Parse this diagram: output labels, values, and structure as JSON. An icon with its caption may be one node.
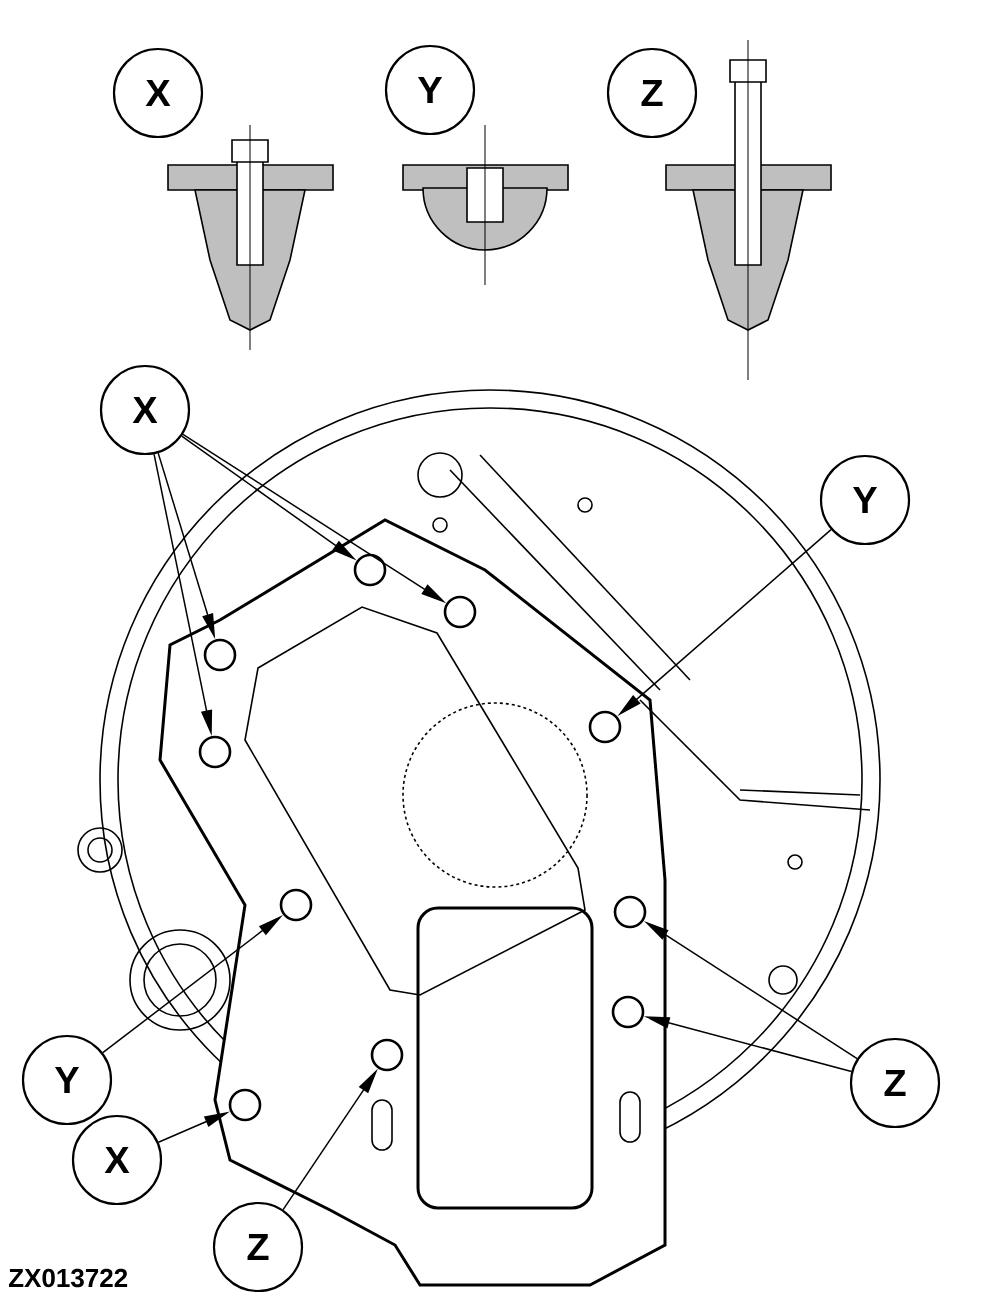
{
  "diagram": {
    "nodes": [
      {
        "text": [
          "X"
        ]
      },
      {
        "text": [
          "Y"
        ]
      },
      {
        "text": [
          "Z"
        ]
      },
      {
        "text": [
          "X"
        ]
      },
      {
        "text": [
          "Y"
        ]
      },
      {
        "text": [],
        "shape": "circle"
      },
      {
        "text": [],
        "shape": "circle"
      },
      {
        "text": [],
        "shape": "circle"
      },
      {
        "text": [],
        "shape": "circle"
      },
      {
        "text": [],
        "shape": "circle"
      },
      {
        "text": [],
        "shape": "circle"
      },
      {
        "text": [],
        "shape": "circle"
      },
      {
        "text": [],
        "shape": "circle"
      },
      {
        "text": [],
        "shape": "circle"
      },
      {
        "text": [],
        "shape": "circle"
      },
      {
        "text": [
          "Y"
        ]
      },
      {
        "text": [
          "Z"
        ]
      },
      {
        "text": [
          "X"
        ]
      },
      {
        "text": [
          "Z"
        ]
      }
    ],
    "edges": [
      {
        "from": 3,
        "to": 8,
        "arrow": "to"
      },
      {
        "from": 3,
        "to": 9,
        "arrow": "to"
      },
      {
        "from": 3,
        "to": 5,
        "arrow": "to"
      },
      {
        "from": 3,
        "to": 7,
        "arrow": "to"
      },
      {
        "from": 4,
        "to": 10,
        "arrow": "to"
      },
      {
        "from": 15,
        "to": 11,
        "arrow": "to"
      },
      {
        "from": 16,
        "to": 12,
        "arrow": "to"
      },
      {
        "from": 16,
        "to": 13,
        "arrow": "to"
      },
      {
        "from": 17,
        "to": 14,
        "arrow": "to"
      },
      {
        "from": 18,
        "to": 6,
        "arrow": "to"
      }
    ],
    "labels": [
      "ZX013722"
    ]
  }
}
